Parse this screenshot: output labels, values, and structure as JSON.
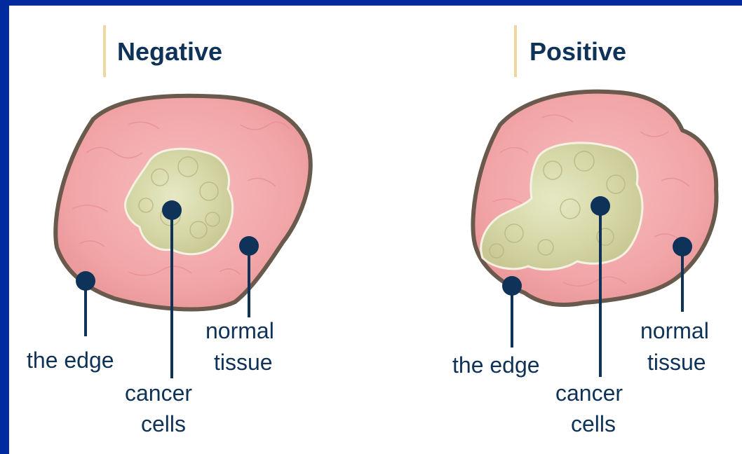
{
  "colors": {
    "background_border": "#002a9e",
    "panel": "#ffffff",
    "ink": "#0f3258",
    "title_rule": "#efd7a0",
    "tissue_fill": "#f3a9ab",
    "tissue_outline": "#6a5a4d",
    "cancer_fill": "#dcdcb2"
  },
  "panels": [
    {
      "title": "Negative",
      "labels": {
        "edge": "the edge",
        "cancer_line1": "cancer",
        "cancer_line2": "cells",
        "normal_line1": "normal",
        "normal_line2": "tissue"
      }
    },
    {
      "title": "Positive",
      "labels": {
        "edge": "the edge",
        "cancer_line1": "cancer",
        "cancer_line2": "cells",
        "normal_line1": "normal",
        "normal_line2": "tissue"
      }
    }
  ]
}
